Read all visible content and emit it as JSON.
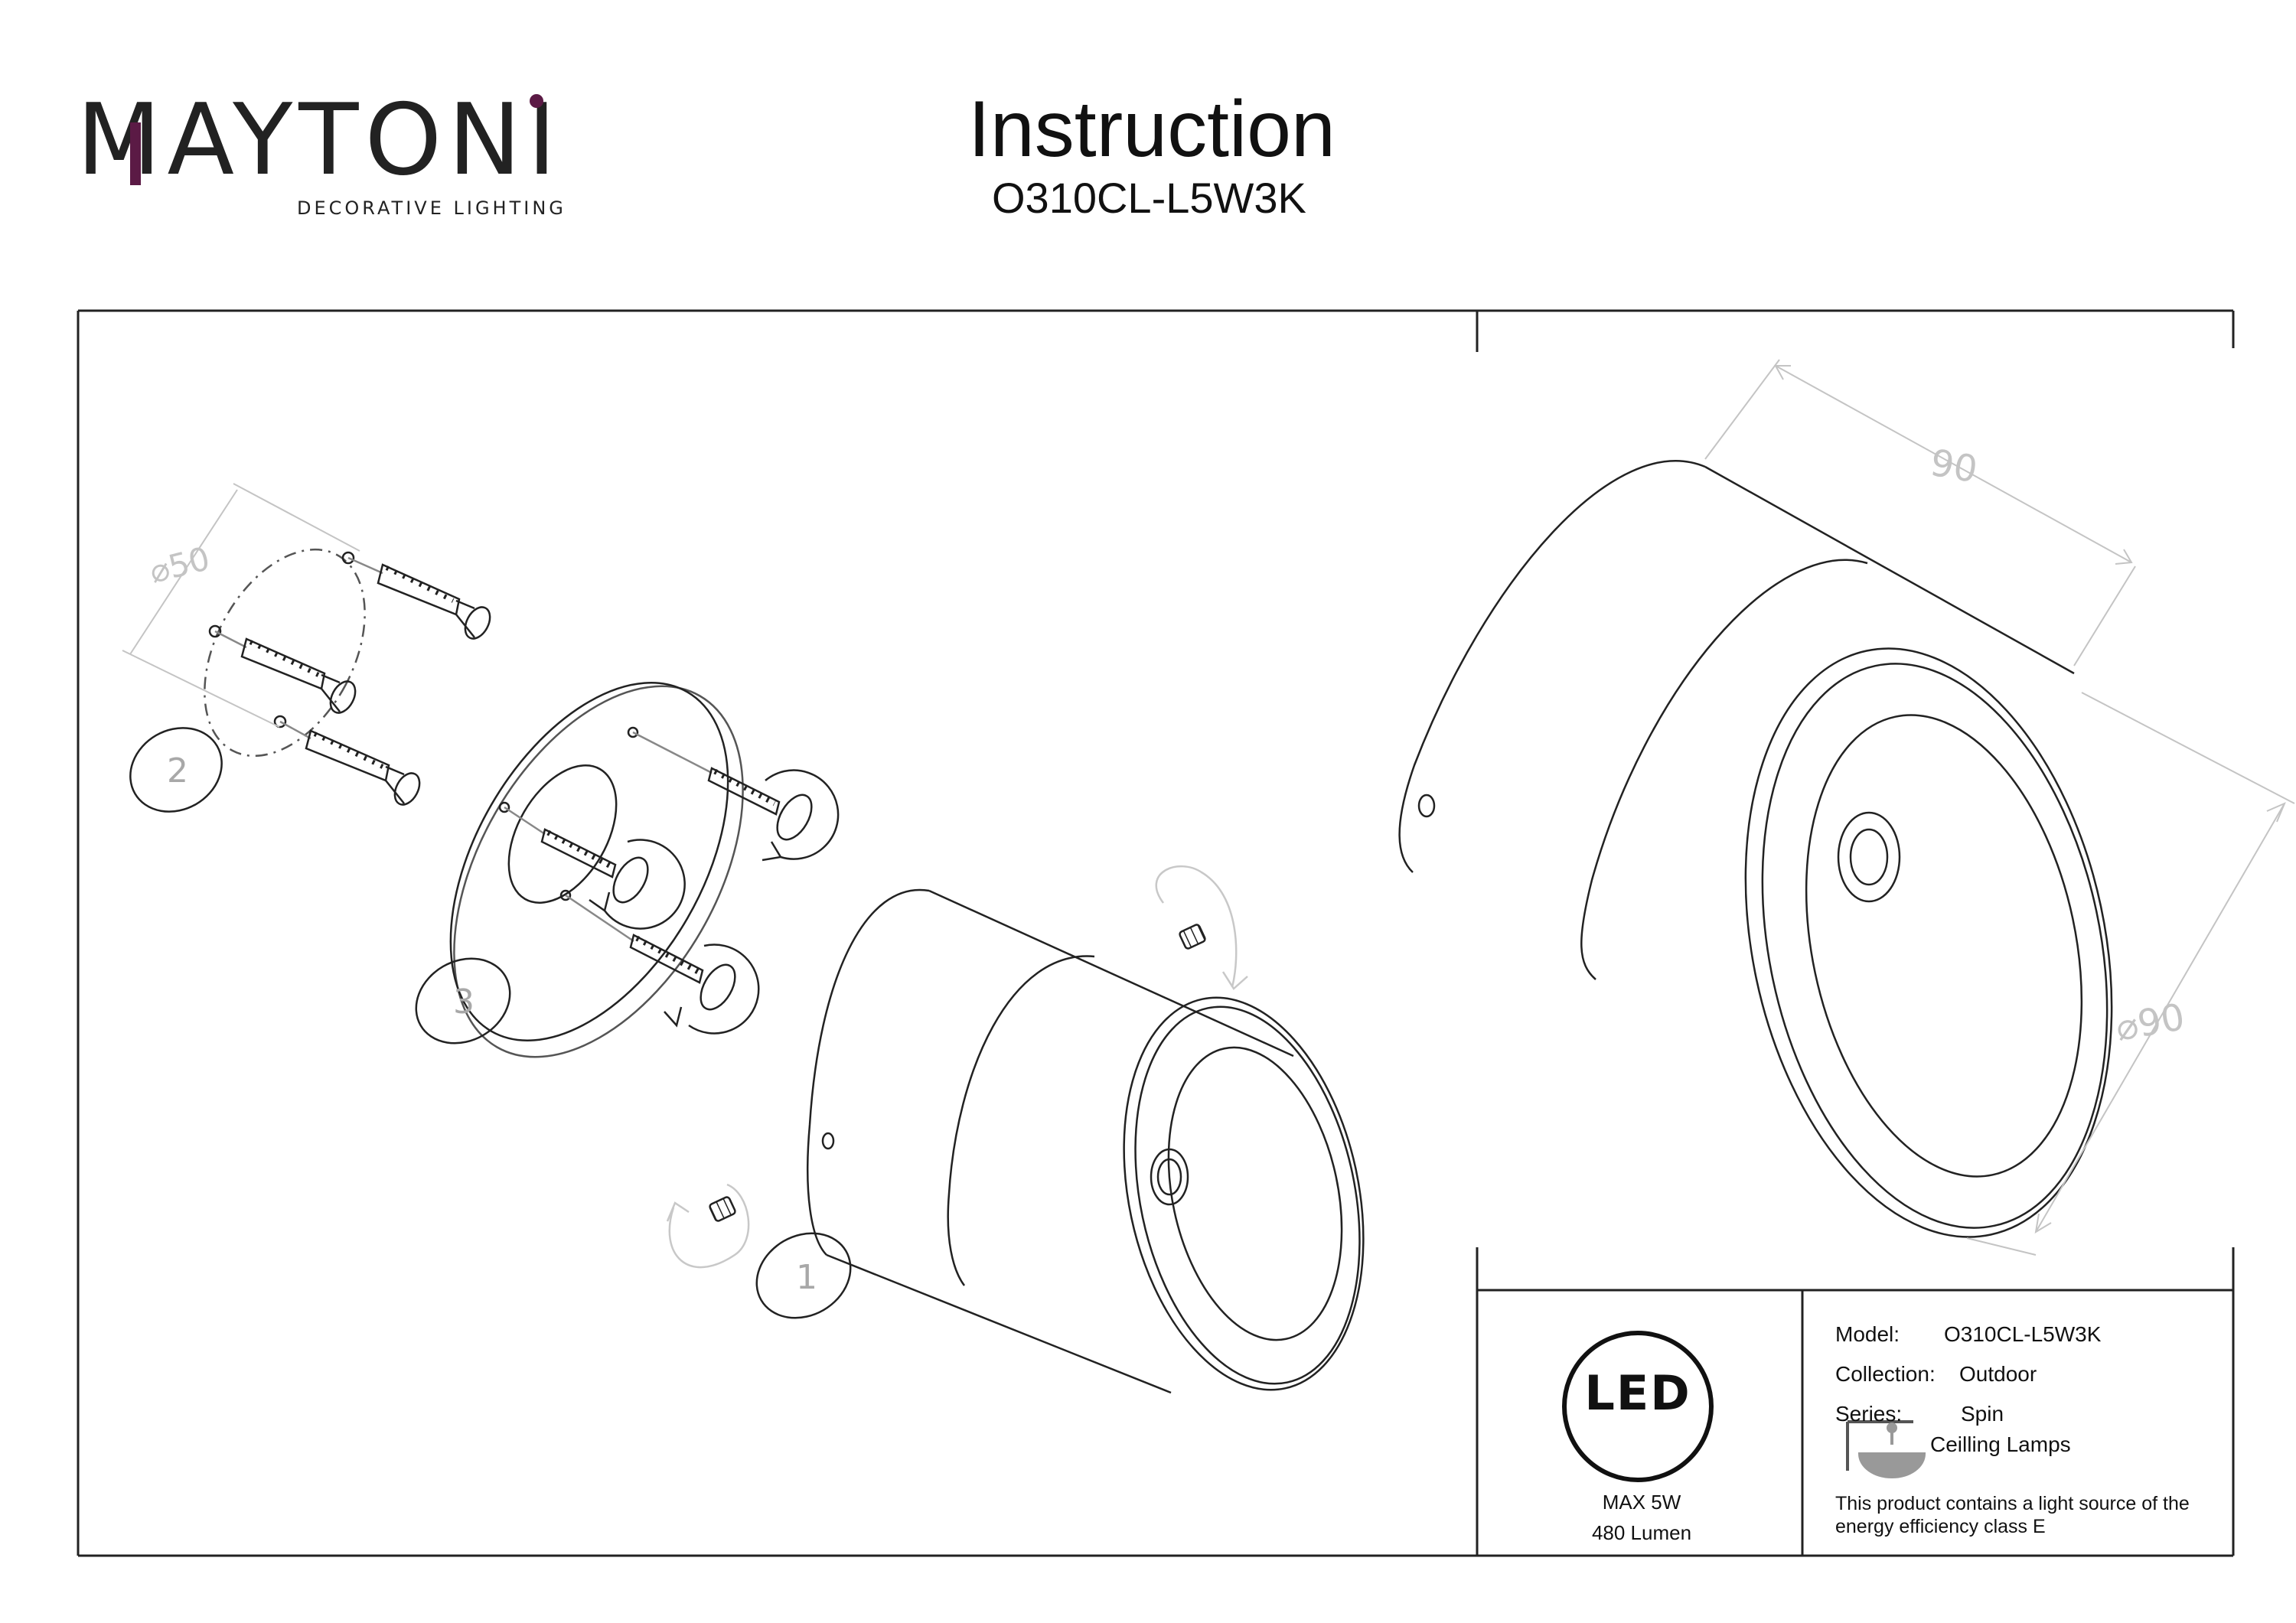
{
  "header": {
    "logo_text": "MAYTONI",
    "logo_tagline": "DECORATIVE LIGHTING",
    "title": "Instruction",
    "model_code": "O310CL-L5W3K"
  },
  "drawing": {
    "dim_mount_diameter": "⌀50",
    "dim_length": "90",
    "dim_diameter": "⌀90",
    "step_1": "1",
    "step_2": "2",
    "step_3": "3"
  },
  "led": {
    "badge": "LED",
    "power": "MAX 5W",
    "lumen": "480 Lumen"
  },
  "specs": {
    "model_label": "Model:",
    "model_value": "O310CL-L5W3K",
    "collection_label": "Collection:",
    "collection_value": "Outdoor",
    "series_label": "Series:",
    "series_value": "Spin",
    "type_value": "Ceilling Lamps",
    "energy_note": "This product contains a light source of the energy efficiency class E"
  },
  "colors": {
    "logo_accent": "#5b1a45",
    "line": "#222222",
    "dimension": "#c4c4c4"
  }
}
